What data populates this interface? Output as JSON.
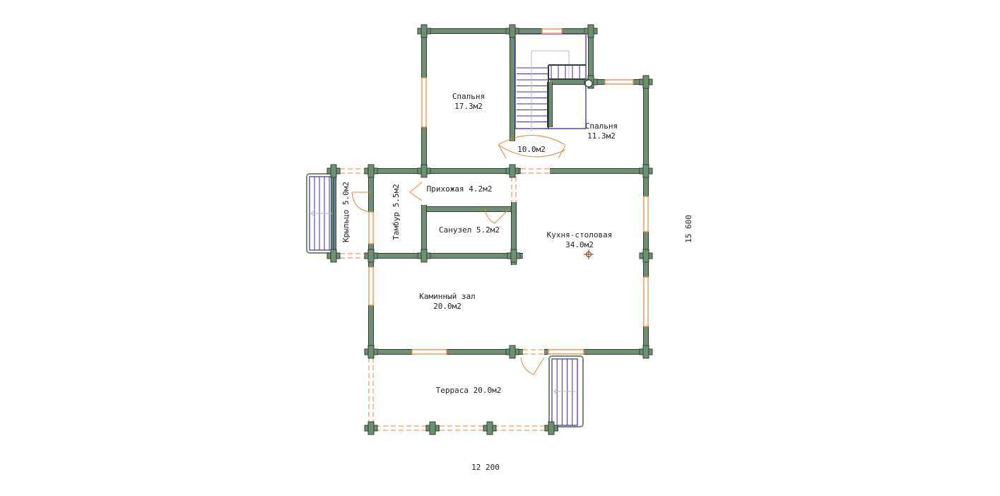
{
  "colors": {
    "wall_fill": "#6f8f73",
    "wall_edge": "#2f4030",
    "opening": "#e8833a",
    "stair": "#3a2fa8",
    "grid": "#b8b8c8",
    "text": "#222222"
  },
  "rooms": {
    "bedroom1_name": "Спальня",
    "bedroom1_area": "17.3м2",
    "bedroom2_name": "Спальня",
    "bedroom2_area": "11.3м2",
    "hall_area": "10.0м2",
    "hallway": "Прихожая 4.2м2",
    "vestibule": "Тамбур 5.5м2",
    "porch": "Крыльцо 5.0м2",
    "bathroom": "Санузел 5.2м2",
    "kitchen_name": "Кухня-столовая",
    "kitchen_area": "34.0м2",
    "fireplace_name": "Каминный зал",
    "fireplace_area": "20.0м2",
    "terrace": "Терраса 20.0м2"
  },
  "dimensions": {
    "width": "12 200",
    "height": "15 600"
  }
}
